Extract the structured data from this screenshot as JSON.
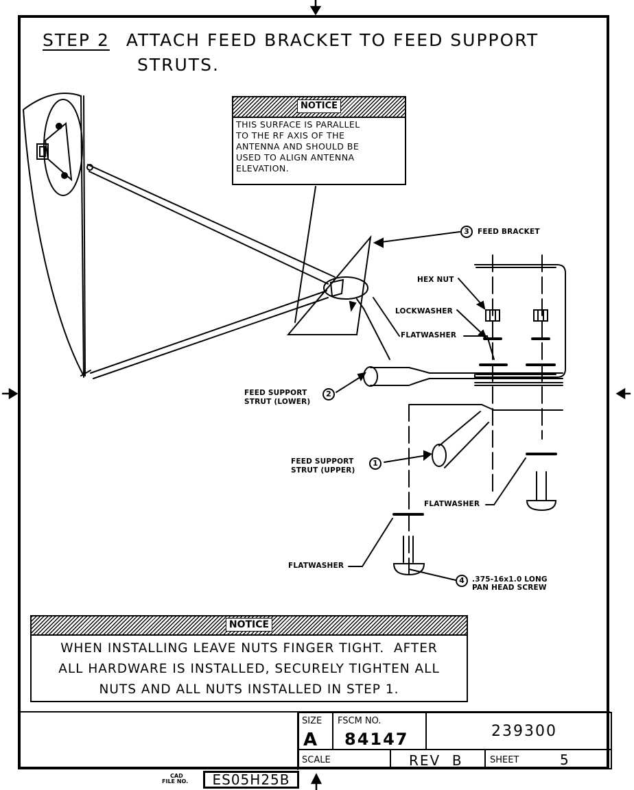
{
  "step": {
    "number_label": "STEP 2",
    "instruction_line1": "ATTACH FEED BRACKET TO FEED SUPPORT",
    "instruction_line2": "STRUTS."
  },
  "notice_top": {
    "tag": "NOTICE",
    "text": "THIS SURFACE IS PARALLEL\nTO THE RF AXIS OF THE\nANTENNA AND SHOULD BE\nUSED TO ALIGN ANTENNA\nELEVATION."
  },
  "callouts": {
    "feed_bracket": {
      "num": "3",
      "label": "FEED BRACKET"
    },
    "hex_nut": "HEX NUT",
    "lockwasher": "LOCKWASHER",
    "flatwasher_top": "FLATWASHER",
    "strut_lower": {
      "num": "2",
      "line1": "FEED SUPPORT",
      "line2": "STRUT (LOWER)"
    },
    "strut_upper": {
      "num": "1",
      "line1": "FEED SUPPORT",
      "line2": "STRUT (UPPER)"
    },
    "flatwasher_right": "FLATWASHER",
    "flatwasher_left": "FLATWASHER",
    "screw": {
      "num": "4",
      "line1": ".375-16x1.0 LONG",
      "line2": "PAN HEAD SCREW"
    }
  },
  "notice_bottom": {
    "tag": "NOTICE",
    "text": "WHEN INSTALLING LEAVE NUTS FINGER TIGHT.  AFTER\nALL HARDWARE IS INSTALLED, SECURELY TIGHTEN ALL\nNUTS AND ALL NUTS INSTALLED IN STEP 1."
  },
  "title_block": {
    "size_label": "SIZE",
    "size_value": "A",
    "fscm_label": "FSCM NO.",
    "fscm_value": "84147",
    "drawing_number": "239300",
    "scale_label": "SCALE",
    "rev": "REV  B",
    "sheet_label": "SHEET",
    "sheet_value": "5"
  },
  "cad_file": {
    "label_top": "CAD",
    "label": "FILE NO.",
    "value": "ES05H25B"
  }
}
